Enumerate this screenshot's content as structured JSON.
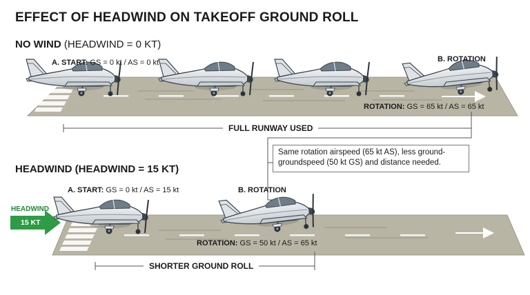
{
  "title": "EFFECT OF HEADWIND ON TAKEOFF GROUND ROLL",
  "no_wind": {
    "heading_bold": "NO WIND",
    "heading_rest": "(HEADWIND = 0 KT)",
    "start_label": "A. START:",
    "start_values": "GS = 0 kt / AS = 0 kt",
    "rotation_label": "B. ROTATION",
    "rotation_readout_label": "ROTATION:",
    "rotation_readout_values": "GS = 65 kt / AS = 65 kt",
    "span_label": "FULL RUNWAY USED"
  },
  "note": "Same rotation airspeed (65 kt AS), less ground-groundspeed (50 kt GS) and distance needed.",
  "headwind": {
    "heading_bold": "HEADWIND",
    "heading_rest": "(HEADWIND = 15 KT)",
    "wind_word": "HEADWIND",
    "wind_speed": "15 KT",
    "start_label": "A. START:",
    "start_values": "GS = 0 kt / AS = 15 kt",
    "rotation_label": "B. ROTATION",
    "rotation_readout_label": "ROTATION:",
    "rotation_readout_values": "GS = 50 kt / AS = 65 kt",
    "span_label": "SHORTER GROUND ROLL"
  },
  "colors": {
    "runway": "#b8b5a4",
    "runway_edge": "#9e9b8b",
    "markings": "#ffffff",
    "wind_arrow": "#2e9b45",
    "aircraft_body": "#dfe3e6",
    "aircraft_trim": "#3c4750"
  }
}
